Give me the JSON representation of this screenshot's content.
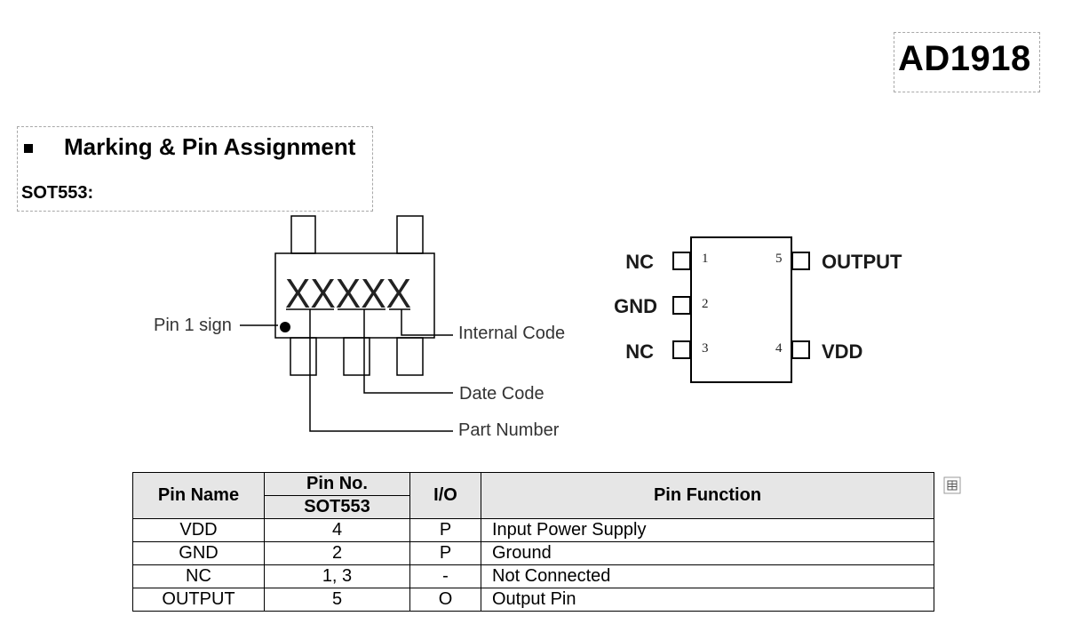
{
  "header": {
    "part_number": "AD1918"
  },
  "section": {
    "title": "Marking & Pin Assignment",
    "package": "SOT553:"
  },
  "marking_diagram": {
    "marking_text": "XXXXX",
    "labels": {
      "pin1_sign": "Pin 1 sign",
      "internal_code": "Internal Code",
      "date_code": "Date Code",
      "part_number": "Part Number"
    }
  },
  "pin_diagram": {
    "pins": [
      {
        "number": "1",
        "name": "NC"
      },
      {
        "number": "2",
        "name": "GND"
      },
      {
        "number": "3",
        "name": "NC"
      },
      {
        "number": "4",
        "name": "VDD"
      },
      {
        "number": "5",
        "name": "OUTPUT"
      }
    ]
  },
  "table": {
    "headers": {
      "pin_name": "Pin Name",
      "pin_no": "Pin No.",
      "package": "SOT553",
      "io": "I/O",
      "function": "Pin Function"
    },
    "rows": [
      {
        "name": "VDD",
        "no": "4",
        "io": "P",
        "function": "Input Power Supply"
      },
      {
        "name": "GND",
        "no": "2",
        "io": "P",
        "function": "Ground"
      },
      {
        "name": "NC",
        "no": "1, 3",
        "io": "-",
        "function": "Not Connected"
      },
      {
        "name": "OUTPUT",
        "no": "5",
        "io": "O",
        "function": "Output Pin"
      }
    ]
  },
  "icons": {
    "table_handle": "table-anchor-icon"
  }
}
